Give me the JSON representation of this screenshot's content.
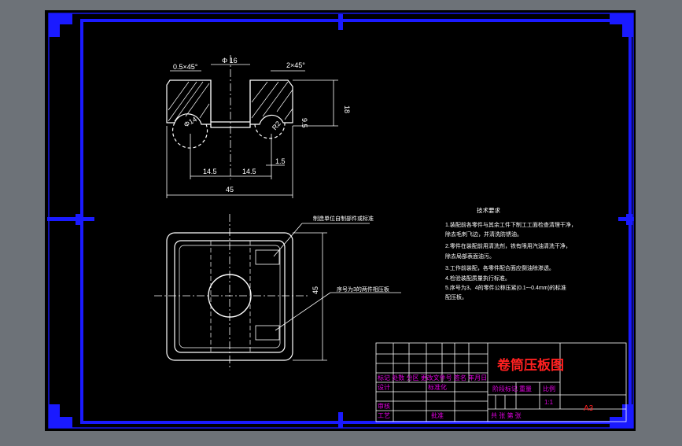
{
  "drawing": {
    "sheet_size": "A3",
    "background": "#000000",
    "frame_color": "#1a1aff",
    "line_color": "#ffffff",
    "title_color": "#ff2020",
    "label_color": "#e000e0"
  },
  "front_view": {
    "dim_chamfer_left": "0.5×45°",
    "dim_bore": "Φ 16",
    "dim_chamfer_right": "2×45°",
    "dim_height": "18",
    "dim_half_height": "9.5",
    "dim_left_radius": "Φ14",
    "dim_right_radius": "R2",
    "dim_offset_left": "14.5",
    "dim_offset_right": "14.5",
    "dim_small": "1.5",
    "dim_width": "45"
  },
  "top_view": {
    "note_top": "制造单位自制部件或标准",
    "note_bottom": "序号为3的两件相压板",
    "dim_side": "45"
  },
  "technical_requirements": {
    "heading": "技术要求",
    "lines": [
      "1.装配前各零件与其余工件下制工工面检查清理干净，",
      "   除去毛刺飞边，并清洗防锈油。",
      "2.零件在装配前用清洗剂，铁有限用汽油清洗干净，",
      "   除去局部表面油污。",
      "3.工作前装配，各零件配合面应倒油除渗透。",
      "4.检验装配质量执行标准。",
      "5.序号为3、4的零件公称压紧(0.1~-0.4mm)的标准",
      "   配压板。"
    ]
  },
  "title_block": {
    "title": "卷筒压板图",
    "scale": "1:1",
    "sheet": "A3",
    "row_labels": [
      "标记 处数 分区 更改文件号 签名 年月日",
      "设计",
      "审核",
      "工艺"
    ],
    "col_labels": [
      "阶段标记",
      "重量",
      "比例"
    ],
    "standardization": "标准化",
    "approve": "批准",
    "sheet_count": "共  张  第  张"
  }
}
